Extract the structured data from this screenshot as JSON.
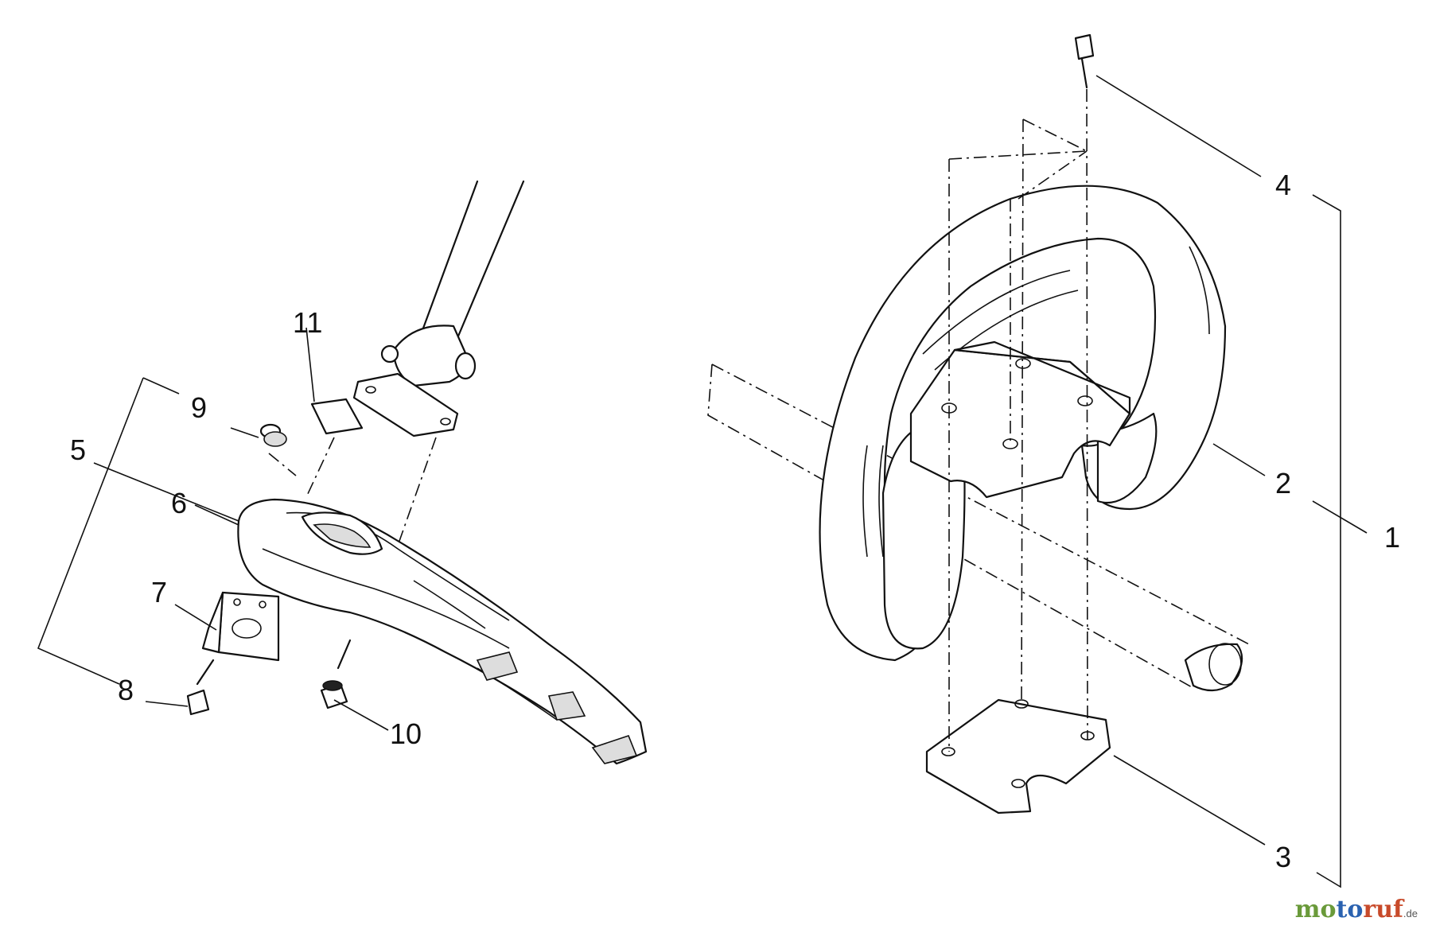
{
  "labels": {
    "p1": "1",
    "p2": "2",
    "p3": "3",
    "p4": "4",
    "p5": "5",
    "p6": "6",
    "p7": "7",
    "p8": "8",
    "p9": "9",
    "p10": "10",
    "p11": "11"
  },
  "watermark": {
    "part1": "mo",
    "part2": "to",
    "part3": "ruf",
    "suffix": ".de"
  }
}
